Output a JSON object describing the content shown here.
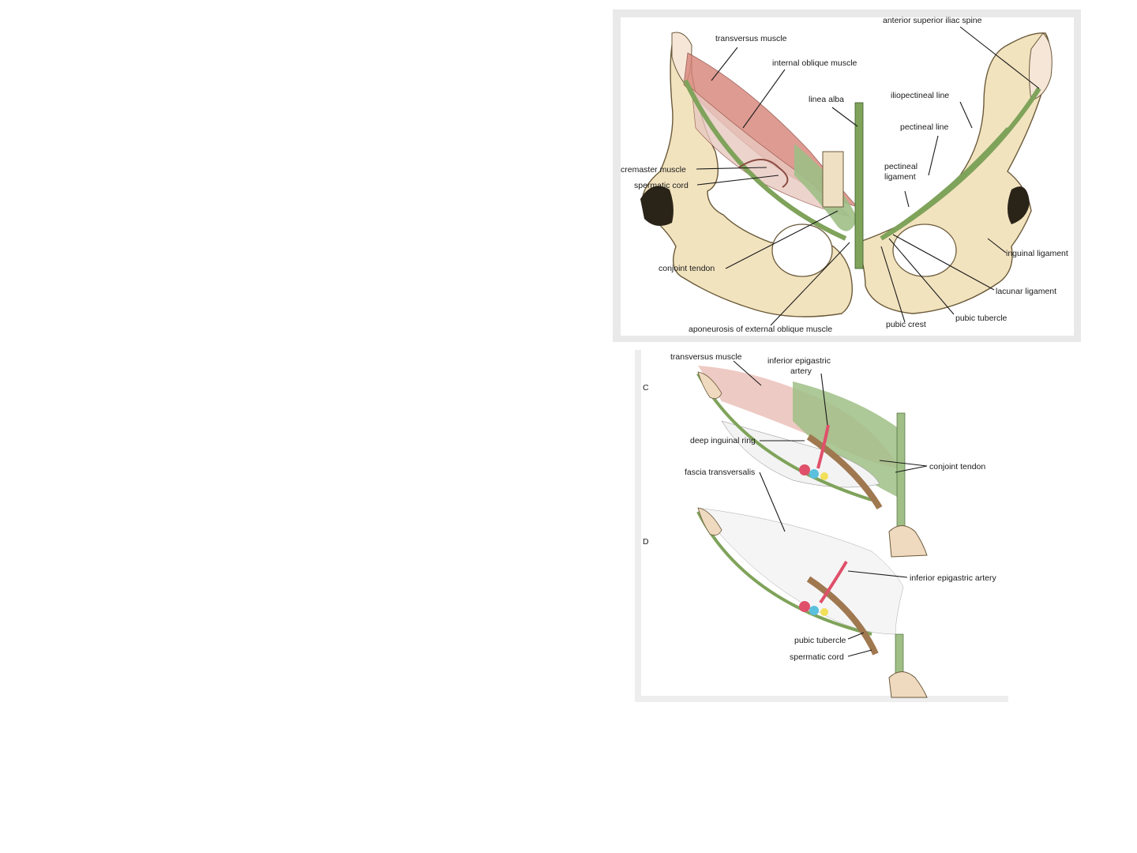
{
  "diagram_top": {
    "labels": {
      "transversus_muscle": "transversus muscle",
      "anterior_superior_iliac_spine": "anterior superior iliac spine",
      "internal_oblique_muscle": "internal oblique muscle",
      "linea_alba": "linea alba",
      "iliopectineal_line": "iliopectineal line",
      "pectineal_line": "pectineal line",
      "cremaster_muscle": "cremaster muscle",
      "spermatic_cord": "spermatic cord",
      "pectineal_ligament_1": "pectineal",
      "pectineal_ligament_2": "ligament",
      "inguinal_ligament": "inguinal ligament",
      "conjoint_tendon": "conjoint tendon",
      "lacunar_ligament": "lacunar ligament",
      "pubic_tubercle": "pubic tubercle",
      "pubic_crest": "pubic crest",
      "aponeurosis": "aponeurosis of external oblique muscle"
    }
  },
  "diagram_bottom": {
    "panel_c": "C",
    "panel_d": "D",
    "labels": {
      "transversus_muscle": "transversus muscle",
      "inferior_epigastric_1": "inferior epigastric",
      "inferior_epigastric_2": "artery",
      "deep_inguinal_ring": "deep inguinal ring",
      "fascia_transversalis": "fascia transversalis",
      "conjoint_tendon": "conjoint tendon",
      "inferior_epigastric_artery": "inferior epigastric artery",
      "pubic_tubercle": "pubic tubercle",
      "spermatic_cord": "spermatic cord"
    }
  },
  "colors": {
    "bone": "#f2e3bf",
    "bone_edge": "#6b5a3a",
    "ligament_green": "#7fa35a",
    "muscle_red": "#d98a80",
    "muscle_green": "#9fbf86",
    "artery_red": "#e0506a",
    "cord_brown": "#a07850"
  }
}
